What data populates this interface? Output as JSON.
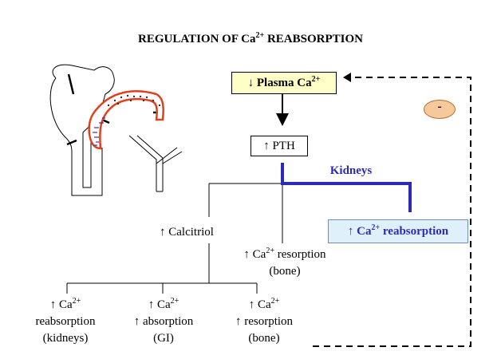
{
  "title": {
    "main": "REGULATION OF Ca",
    "sup": "2+",
    "rest": " REABSORPTION"
  },
  "plasma": {
    "arrow": "↓",
    "text": " Plasma Ca",
    "sup": "2+"
  },
  "pth": {
    "arrow": "↑",
    "text": " PTH"
  },
  "kidneys_label": "Kidneys",
  "reabsorption_box": {
    "arrow": "↑",
    "text": " Ca",
    "sup": "2+",
    "rest": " reabsorption"
  },
  "calcitriol": {
    "arrow": "↑",
    "text": " Calcitriol"
  },
  "bone_resorption": {
    "arrow": "↑",
    "text": " Ca",
    "sup": "2+",
    "rest": " resorption",
    "line2": "(bone)"
  },
  "outcomes": [
    {
      "line1_arrow": "↑",
      "line1": " Ca",
      "sup": "2+",
      "line2": "reabsorption",
      "line3": "(kidneys)"
    },
    {
      "line1_arrow": "↑",
      "line1": " Ca",
      "sup": "2+",
      "line2": "↑ absorption",
      "line3": "(GI)"
    },
    {
      "line1_arrow": "↑",
      "line1": " Ca",
      "sup": "2+",
      "line2": "↑ resorption",
      "line3": "(bone)"
    }
  ],
  "feedback_sign": "-",
  "colors": {
    "accent_blue": "#2b2bb8",
    "nephron_highlight": "#e0401a",
    "plasma_fill": "#ffffc8",
    "reab_fill": "#dff0fb",
    "badge_fill": "#f7c99a"
  },
  "icons": [
    "nephron-illustration",
    "down-arrow-icon"
  ]
}
